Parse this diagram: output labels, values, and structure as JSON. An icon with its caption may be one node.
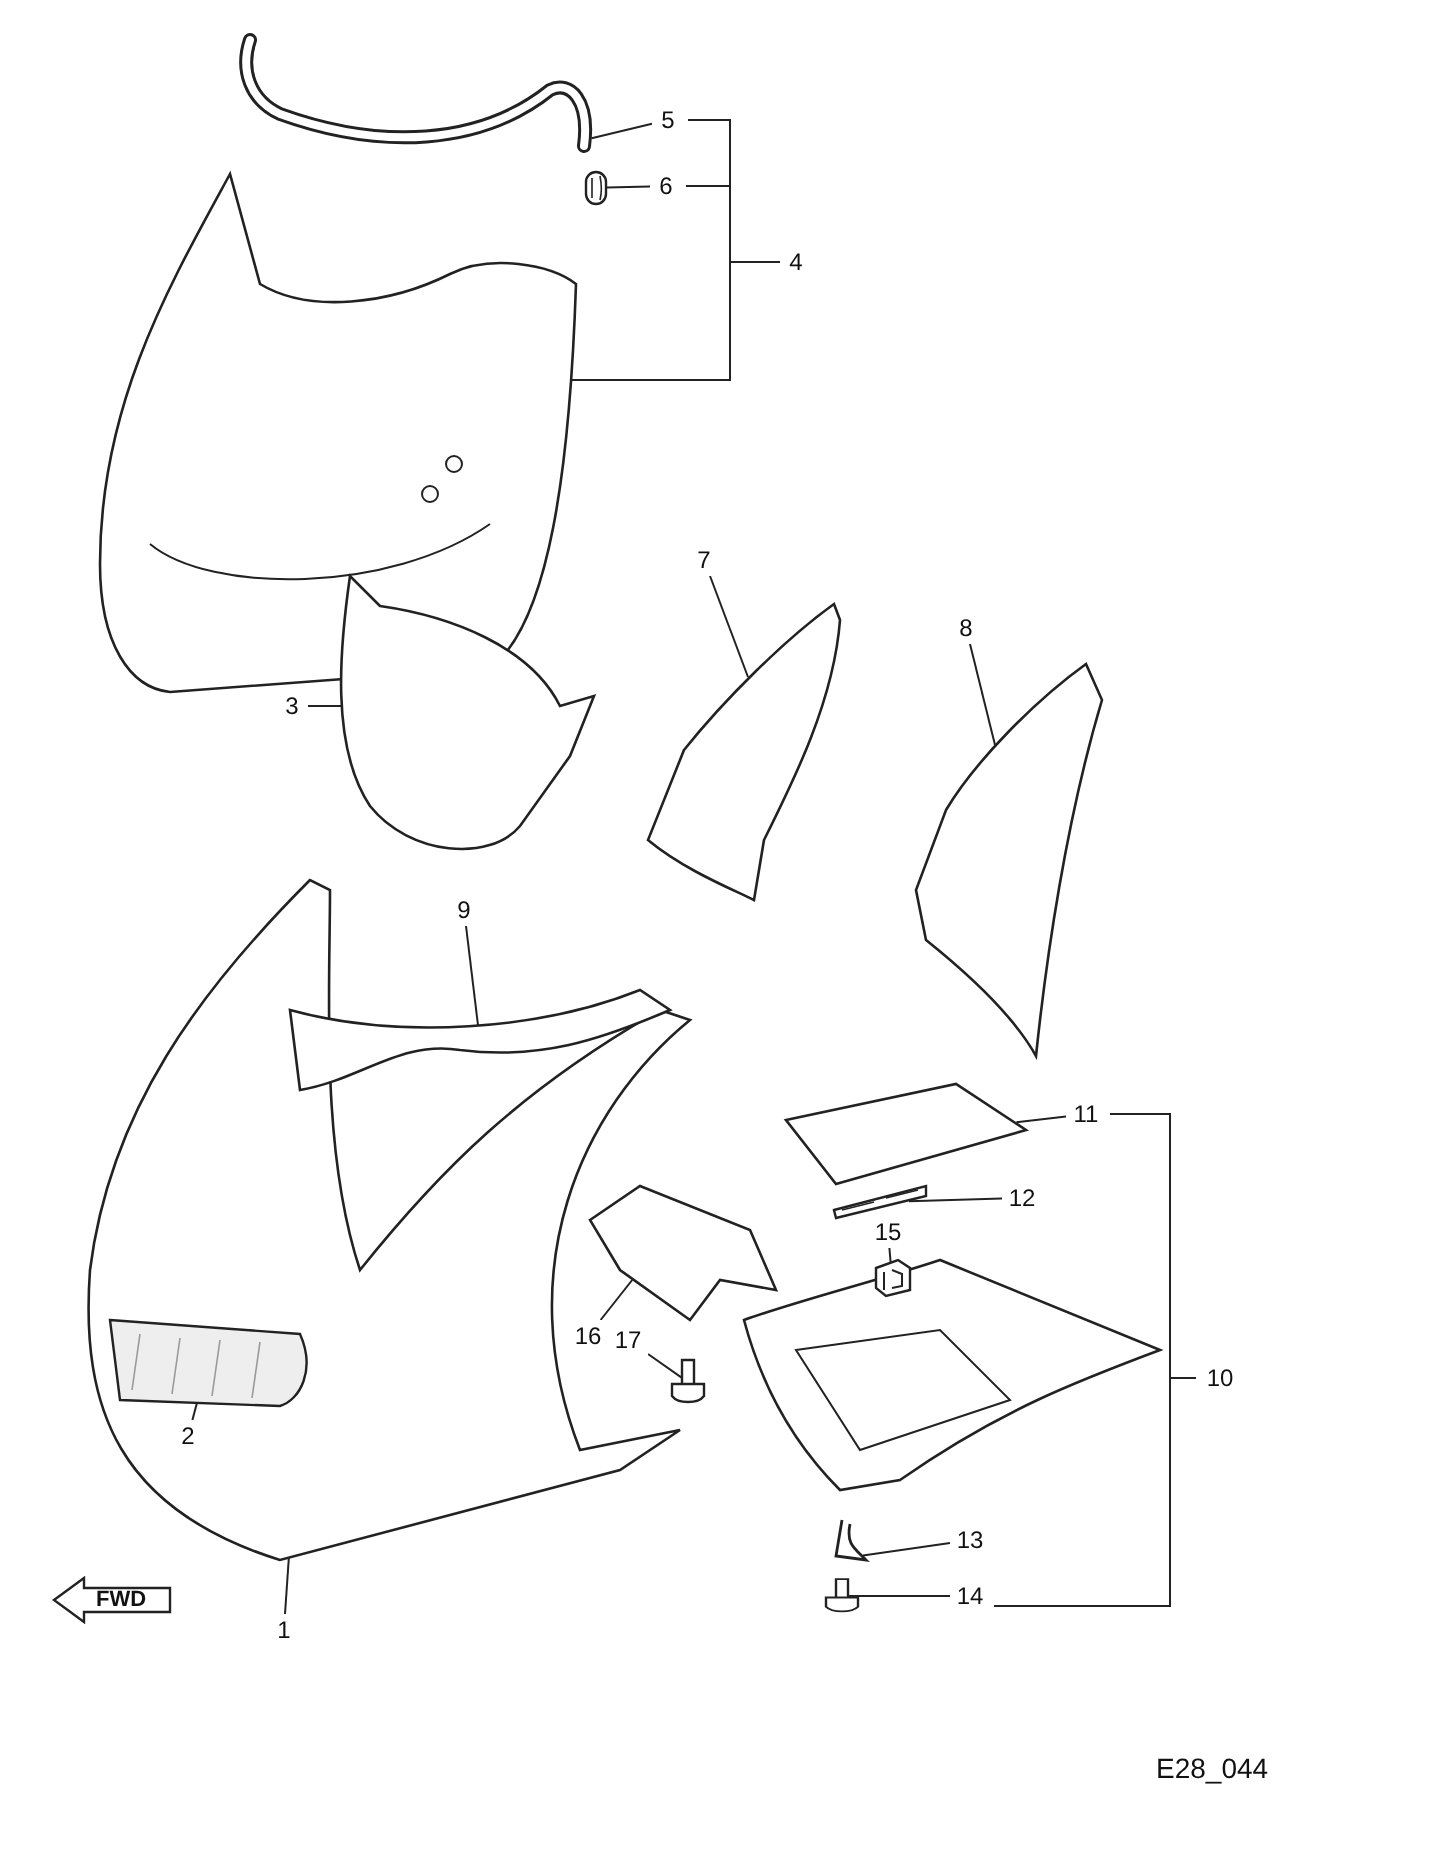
{
  "diagram": {
    "nodes": [
      {
        "text": [
          "5"
        ]
      },
      {
        "text": [
          "6"
        ]
      },
      {
        "text": [
          "4"
        ]
      },
      {
        "text": [
          "3"
        ]
      },
      {
        "text": [
          "7"
        ]
      },
      {
        "text": [
          "8"
        ]
      },
      {
        "text": [
          "9"
        ]
      },
      {
        "text": [
          "11"
        ]
      },
      {
        "text": [
          "12"
        ]
      },
      {
        "text": [
          "15"
        ]
      },
      {
        "text": [
          "16"
        ]
      },
      {
        "text": [
          "17"
        ]
      },
      {
        "text": [
          "2"
        ],
        "in": 32
      },
      {
        "text": [
          "10"
        ]
      },
      {
        "text": [
          "13"
        ]
      },
      {
        "text": [
          "14"
        ]
      },
      {
        "text": [
          "1"
        ]
      },
      {
        "text": [],
        "shape": "picture"
      },
      {
        "text": [],
        "shape": "picture"
      },
      {
        "text": [],
        "shape": "picture"
      },
      {
        "text": [],
        "shape": "picture"
      },
      {
        "text": [],
        "shape": "picture"
      },
      {
        "text": [],
        "shape": "picture"
      },
      {
        "text": [],
        "shape": "picture"
      },
      {
        "text": [],
        "shape": "picture"
      },
      {
        "text": [],
        "shape": "picture"
      },
      {
        "text": [],
        "shape": "picture"
      },
      {
        "text": [],
        "shape": "picture"
      },
      {
        "text": [],
        "shape": "picture"
      },
      {
        "text": [],
        "shape": "picture",
        "in": 32
      },
      {
        "text": [],
        "shape": "picture"
      },
      {
        "text": [],
        "shape": "picture"
      },
      {
        "text": [],
        "shape": "picture"
      }
    ],
    "edges": [
      {
        "from": 0,
        "to": 17,
        "arrow": "none"
      },
      {
        "from": 1,
        "to": 18,
        "arrow": "none"
      },
      {
        "from": 2,
        "to": 19,
        "arrow": "none"
      },
      {
        "from": 3,
        "to": 20,
        "arrow": "none"
      },
      {
        "from": 4,
        "to": 21,
        "arrow": "none"
      },
      {
        "from": 5,
        "to": 22,
        "arrow": "none"
      },
      {
        "from": 6,
        "to": 23,
        "arrow": "none"
      },
      {
        "from": 7,
        "to": 24,
        "arrow": "none"
      },
      {
        "from": 8,
        "to": 25,
        "arrow": "none"
      },
      {
        "from": 9,
        "to": 26,
        "arrow": "none"
      },
      {
        "from": 10,
        "to": 27,
        "arrow": "none"
      },
      {
        "from": 11,
        "to": 28,
        "arrow": "none"
      },
      {
        "from": 12,
        "to": 29,
        "arrow": "none"
      },
      {
        "from": 14,
        "to": 30,
        "arrow": "none"
      },
      {
        "from": 15,
        "to": 31,
        "arrow": "none"
      },
      {
        "from": 16,
        "to": 32,
        "arrow": "none"
      }
    ],
    "labels": [
      "FWD",
      "E28_044"
    ]
  }
}
